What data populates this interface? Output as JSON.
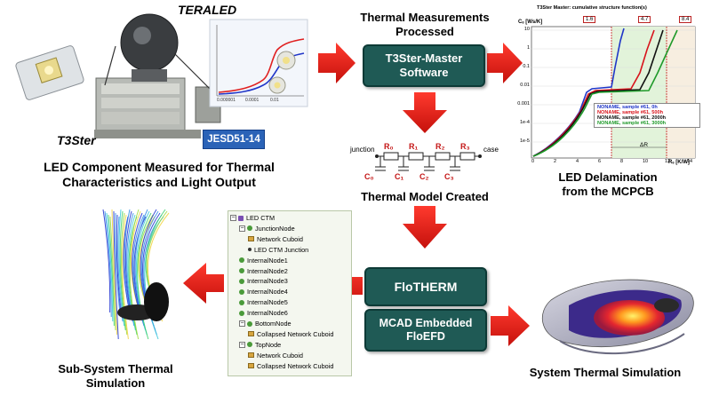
{
  "labels": {
    "teraled": "TERALED",
    "t3ster": "T3Ster",
    "jesd": "JESD51-14",
    "led_component": "LED Component Measured for Thermal Characteristics and Light Output",
    "thermal_processed": "Thermal Measurements Processed",
    "t3ster_master_line1": "T3Ster-Master",
    "t3ster_master_line2": "Software",
    "thermal_model": "Thermal Model Created",
    "led_delam_line1": "LED Delamination",
    "led_delam_line2": "from the MCPCB",
    "flotherm": "FloTHERM",
    "floefd_line1": "MCAD Embedded",
    "floefd_line2": "FloEFD",
    "subsystem_line1": "Sub-System Thermal",
    "subsystem_line2": "Simulation",
    "system_sim": "System Thermal Simulation"
  },
  "inset_graph": {
    "x_ticks": [
      "0.000001",
      "0.0001",
      "0.01"
    ]
  },
  "chart": {
    "title": "T3Ster Master: cumulative structure function(s)",
    "ylabel": "Cₑ [Ws/K]",
    "xlabel": "Rₑ [K/W]",
    "y_ticks": [
      "10",
      "1",
      "0.1",
      "0.01",
      "0.001",
      "1e-4",
      "1e-5"
    ],
    "x_ticks": [
      "0",
      "2",
      "4",
      "6",
      "8",
      "10",
      "12",
      "14"
    ],
    "top_markers": [
      "1.6",
      "4.7",
      "8.4"
    ],
    "delta_label": "ΔR",
    "legend": [
      {
        "name": "NONAME, sample #61, 0h",
        "color": "#1f36c8"
      },
      {
        "name": "NONAME, sample #61, 500h",
        "color": "#d8131b"
      },
      {
        "name": "NONAME, sample #61, 2000h",
        "color": "#111111"
      },
      {
        "name": "NONAME, sample #61, 3000h",
        "color": "#1f9a2a"
      }
    ]
  },
  "rc_network": {
    "junction": "junction",
    "case": "case",
    "resistors": [
      "R₀",
      "R₁",
      "R₂",
      "R₃"
    ],
    "capacitors": [
      "C₀",
      "C₁",
      "C₂",
      "C₃"
    ]
  },
  "tree": {
    "items": [
      {
        "label": "LED CTM",
        "icon": "model-icon",
        "expander": "−"
      },
      {
        "label": "JunctionNode",
        "icon": "node-icon",
        "expander": "−"
      },
      {
        "label": "Network Cuboid",
        "icon": "cuboid-icon",
        "expander": ""
      },
      {
        "label": "LED CTM Junction",
        "icon": "junction-icon",
        "expander": ""
      },
      {
        "label": "InternalNode1",
        "icon": "node-icon",
        "expander": ""
      },
      {
        "label": "InternalNode2",
        "icon": "node-icon",
        "expander": ""
      },
      {
        "label": "InternalNode3",
        "icon": "node-icon",
        "expander": ""
      },
      {
        "label": "InternalNode4",
        "icon": "node-icon",
        "expander": ""
      },
      {
        "label": "InternalNode5",
        "icon": "node-icon",
        "expander": ""
      },
      {
        "label": "InternalNode6",
        "icon": "node-icon",
        "expander": ""
      },
      {
        "label": "BottomNode",
        "icon": "node-icon",
        "expander": "−"
      },
      {
        "label": "Collapsed Network Cuboid",
        "icon": "cuboid-icon",
        "expander": ""
      },
      {
        "label": "TopNode",
        "icon": "node-icon",
        "expander": "−"
      },
      {
        "label": "Network Cuboid",
        "icon": "cuboid-icon",
        "expander": ""
      },
      {
        "label": "Collapsed Network Cuboid",
        "icon": "cuboid-icon",
        "expander": ""
      }
    ]
  },
  "colors": {
    "teal": "#1f5a55",
    "arrow_red": "#e0201c",
    "jesd_blue": "#2b63b7"
  }
}
